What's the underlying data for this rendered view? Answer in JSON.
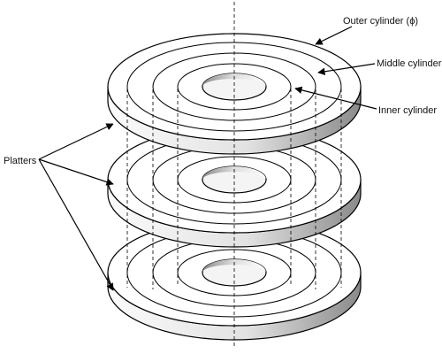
{
  "labels": {
    "outer_cylinder": "Outer cylinder (ϕ)",
    "middle_cylinder": "Middle cylinder",
    "inner_cylinder": "Inner cylinder",
    "platters": "Platters"
  },
  "colors": {
    "ink": "#000000",
    "platter_top": "#ffffff",
    "platter_edge_light": "#fbfbfb",
    "platter_edge_dark": "#8a8a8a",
    "hole_fill": "#f4f4f4"
  }
}
